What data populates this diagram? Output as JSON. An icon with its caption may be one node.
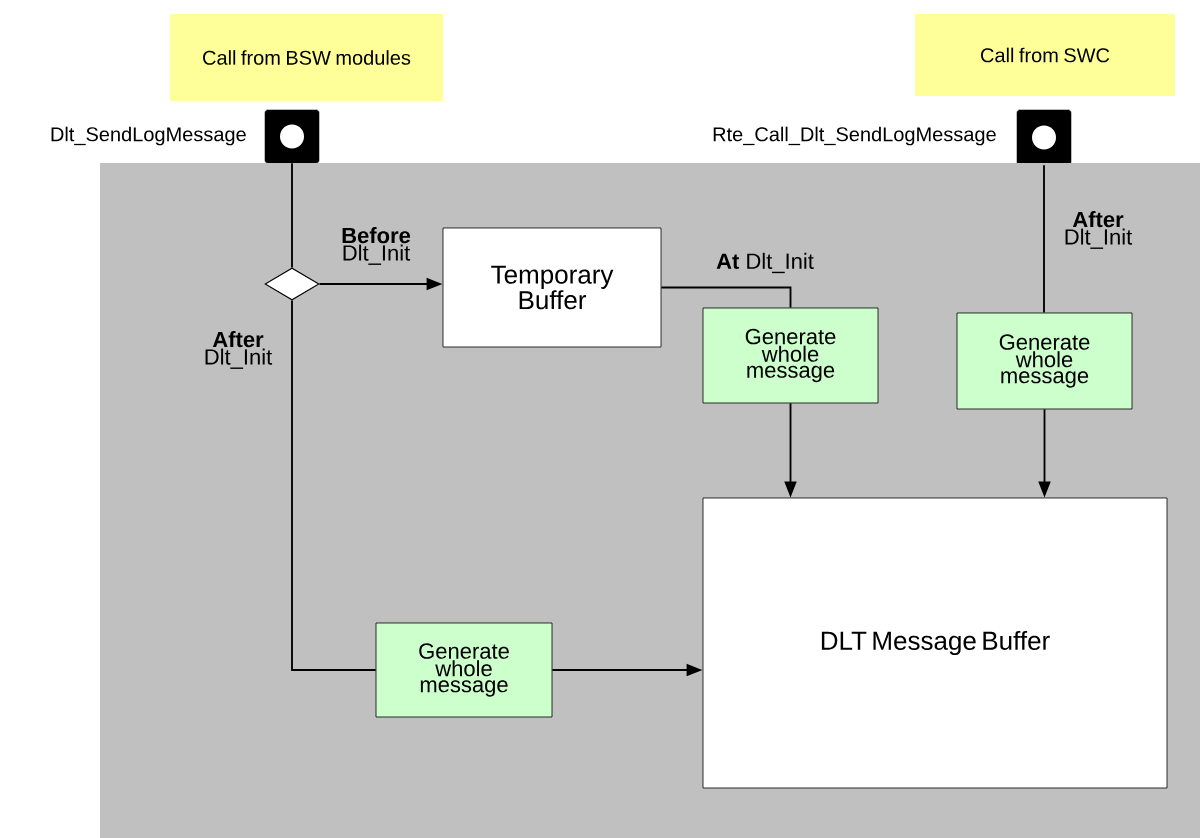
{
  "diagram": {
    "nodes": [
      {
        "text": [
          "Call from BSW modules"
        ]
      },
      {
        "text": [],
        "shape": "box",
        "beside": [
          "Dlt_SendLogMessage"
        ]
      },
      {
        "text": [
          "Call from SWC"
        ]
      },
      {
        "text": [],
        "shape": "box",
        "beside": [
          "Rte_Call_Dlt_SendLogMessage"
        ]
      },
      {
        "text": [],
        "shape": "box"
      },
      {
        "text": [],
        "shape": "diamond",
        "in": 4
      },
      {
        "text": [
          "Temporary Buffer"
        ],
        "in": 4
      },
      {
        "text": [
          "Generate whole message"
        ],
        "in": 4
      },
      {
        "text": [
          "Generate whole message"
        ],
        "in": 4
      },
      {
        "text": [
          "Generate whole message"
        ],
        "in": 4
      },
      {
        "text": [
          "DLT Message Buffer"
        ],
        "in": 4
      }
    ],
    "edges": [
      {
        "from": 1,
        "to": 5,
        "arrow": "none"
      },
      {
        "from": 5,
        "to": 6,
        "arrow": "to",
        "label": "**Before** Dlt_Init"
      },
      {
        "from": 5,
        "to": 9,
        "arrow": "none",
        "label": "**After** Dlt_Init"
      },
      {
        "from": 9,
        "to": 10,
        "arrow": "to"
      },
      {
        "from": 6,
        "to": 7,
        "arrow": "none",
        "label": "**At** Dlt_Init"
      },
      {
        "from": 7,
        "to": 10,
        "arrow": "to"
      },
      {
        "from": 3,
        "to": 8,
        "arrow": "none",
        "label": "**After** Dlt_Init"
      },
      {
        "from": 8,
        "to": 10,
        "arrow": "to"
      }
    ]
  }
}
